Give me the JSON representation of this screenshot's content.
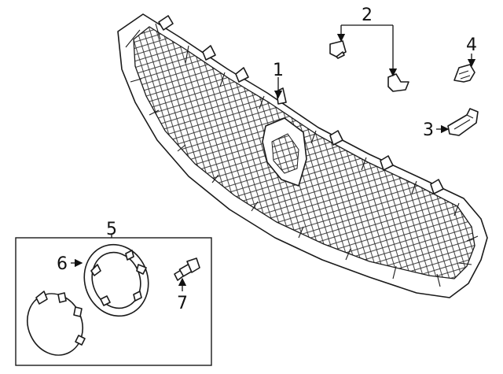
{
  "diagram": {
    "callouts": {
      "c1": "1",
      "c2": "2",
      "c3": "3",
      "c4": "4",
      "c5": "5",
      "c6": "6",
      "c7": "7"
    },
    "parts": [
      {
        "callout": "1",
        "icon": "grille-assembly-icon"
      },
      {
        "callout": "2",
        "icon": "clip-pair-icon"
      },
      {
        "callout": "3",
        "icon": "bracket-icon"
      },
      {
        "callout": "4",
        "icon": "retainer-clip-icon"
      },
      {
        "callout": "5",
        "icon": "emblem-kit-box"
      },
      {
        "callout": "6",
        "icon": "emblem-ring-icon"
      },
      {
        "callout": "7",
        "icon": "screw-icon"
      }
    ],
    "colors": {
      "line": "#1a1a1a",
      "background": "#ffffff"
    }
  }
}
